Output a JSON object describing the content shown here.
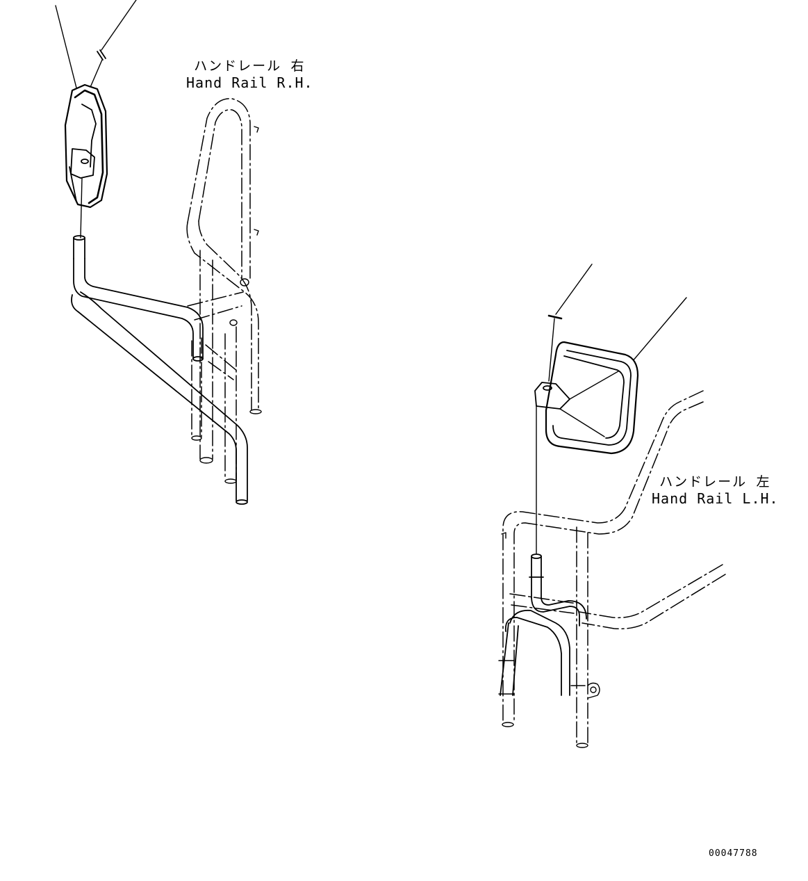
{
  "labels": {
    "right_rail_jp": "ハンドレール 右",
    "right_rail_en": "Hand Rail R.H.",
    "left_rail_jp": "ハンドレール 左",
    "left_rail_en": "Hand Rail L.H."
  },
  "drawing_number": "00047788"
}
